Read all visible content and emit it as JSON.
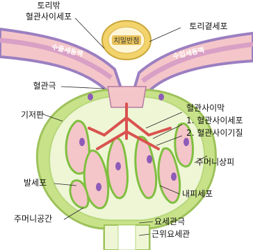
{
  "labels": {
    "peritubular_capillary": "토리밖",
    "extraglomerular_mesangial": "혈관사이세포",
    "juxtaglomerular_cell": "토리곁세포",
    "macula_densa": "치밀반점",
    "efferent_arteriole": "수출세동맥",
    "afferent_arteriole": "수입세동맥",
    "vascular_pole": "혈관극",
    "basement_membrane": "기저판",
    "mesangium_title": "혈관사이막",
    "mesangium_item_1": "1. 혈관사이세포",
    "mesangium_item_2": "2. 혈관사이기질",
    "parietal_epithelium": "주머니상피",
    "podocyte": "발세포",
    "endothelial_cell": "내피세포",
    "urinary_space": "주머니공간",
    "urinary_pole": "요세관극",
    "proximal_tubule": "근위요세관"
  },
  "colors": {
    "capsule_green": "#c8e28a",
    "podocyte_green": "#7fbf3f",
    "capillary_pink": "#f4c6c9",
    "vessel_purple": "#9b7fc1",
    "mesangium_red": "#d9534f",
    "macula_densa_yellow": "#f3d36b"
  }
}
